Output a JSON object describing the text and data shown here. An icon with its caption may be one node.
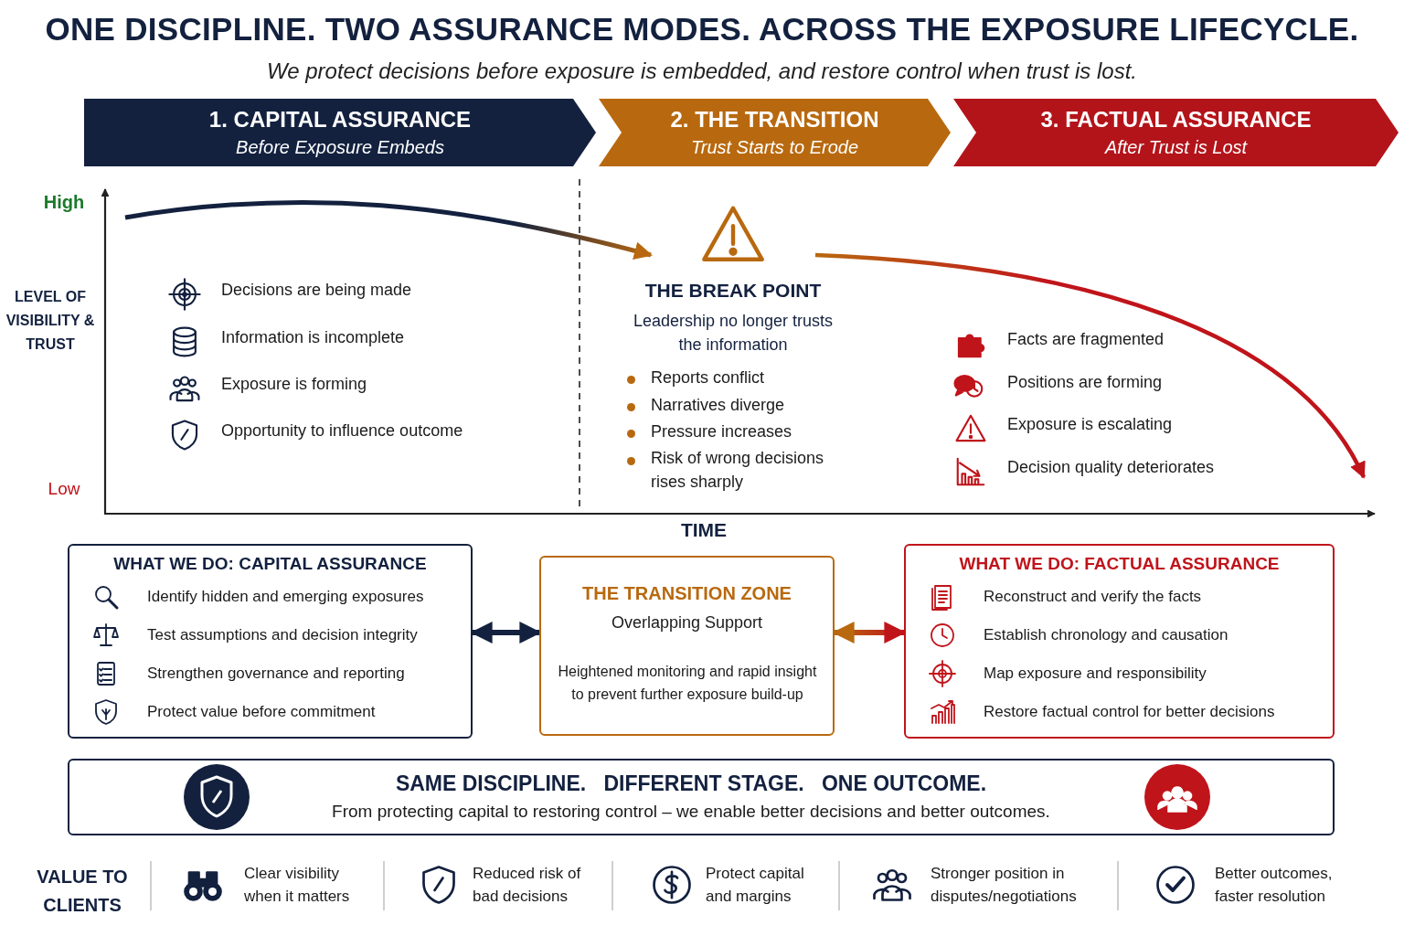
{
  "diagram": {
    "title": "ONE DISCIPLINE. TWO ASSURANCE MODES. ACROSS THE EXPOSURE LIFECYCLE.",
    "caption": "We protect decisions before exposure is embedded, and restore control when trust is lost.",
    "nodes": [
      {
        "text": [
          "1. CAPITAL ASSURANCE",
          "Before Exposure Embeds"
        ]
      },
      {
        "text": [
          "2. THE TRANSITION",
          "Trust Starts to Erode"
        ]
      },
      {
        "text": [
          "3. FACTUAL ASSURANCE",
          "After Trust is Lost"
        ]
      },
      {
        "text": [
          "THE BREAK POINT",
          "Leadership no longer trusts the information"
        ]
      },
      {
        "text": [
          "WHAT WE DO: CAPITAL ASSURANCE",
          "Identify hidden and emerging exposures",
          "Test assumptions and decision integrity",
          "Strengthen governance and reporting",
          "Protect value before commitment"
        ]
      },
      {
        "text": [
          "THE TRANSITION ZONE",
          "Overlapping Support",
          "Heightened monitoring and rapid insight to prevent further exposure build-up"
        ]
      },
      {
        "text": [
          "WHAT WE DO: FACTUAL ASSURANCE",
          "Reconstruct and verify the facts",
          "Establish chronology and causation",
          "Map exposure and responsibility",
          "Restore factual control for better decisions"
        ]
      },
      {
        "text": [
          "SAME DISCIPLINE.   DIFFERENT STAGE.   ONE OUTCOME.",
          "From protecting capital to restoring control – we enable better decisions and better outcomes."
        ]
      }
    ],
    "edges": [
      {
        "from": null,
        "to": 3,
        "arrow": "to"
      },
      {
        "from": 3,
        "to": null,
        "arrow": "to"
      },
      {
        "from": 4,
        "to": 5,
        "arrow": "both"
      },
      {
        "from": 5,
        "to": 6,
        "arrow": "both"
      }
    ],
    "labels": [
      "High",
      "LEVEL OF VISIBILITY & TRUST",
      "Decisions are being made",
      "Information is incomplete",
      "Exposure is forming",
      "Opportunity to influence outcome",
      "Reports conflict",
      "Narratives diverge",
      "Pressure increases",
      "Risk of wrong decisions rises sharply",
      "Facts are fragmented",
      "Positions are forming",
      "Exposure is escalating",
      "Decision quality deteriorates",
      "Low",
      "TIME",
      "VALUE TO CLIENTS",
      "Clear visibility when it matters",
      "Reduced risk of bad decisions",
      "Protect capital and margins",
      "Stronger position in disputes/negotiations",
      "Better outcomes, faster resolution"
    ]
  }
}
